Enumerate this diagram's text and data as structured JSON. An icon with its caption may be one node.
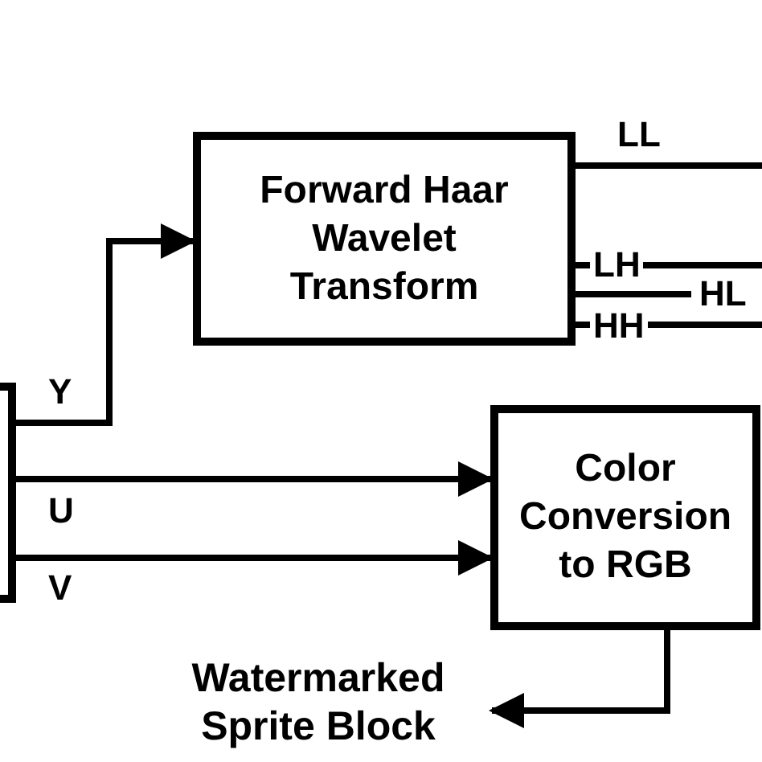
{
  "diagram": {
    "nodes": [
      {
        "text": [],
        "shape": "bar"
      },
      {
        "text": [
          "Forward Haar Wavelet Transform"
        ]
      },
      {
        "text": [
          "Color Conversion to RGB"
        ]
      },
      {
        "text": [
          "Watermarked Sprite Block"
        ]
      }
    ],
    "edges": [
      {
        "from": 0,
        "to": 1,
        "arrow": "to",
        "label": "Y"
      },
      {
        "from": 0,
        "to": 2,
        "arrow": "to",
        "label": "U"
      },
      {
        "from": 0,
        "to": 2,
        "arrow": "to",
        "label": "V"
      },
      {
        "from": 2,
        "to": 3,
        "arrow": "to"
      },
      {
        "from": 1,
        "to": null,
        "arrow": "none",
        "label": "LL"
      },
      {
        "from": 1,
        "to": null,
        "arrow": "none",
        "label": "LH"
      },
      {
        "from": 1,
        "to": null,
        "arrow": "none",
        "label": "HL"
      },
      {
        "from": 1,
        "to": null,
        "arrow": "none",
        "label": "HH"
      }
    ]
  }
}
